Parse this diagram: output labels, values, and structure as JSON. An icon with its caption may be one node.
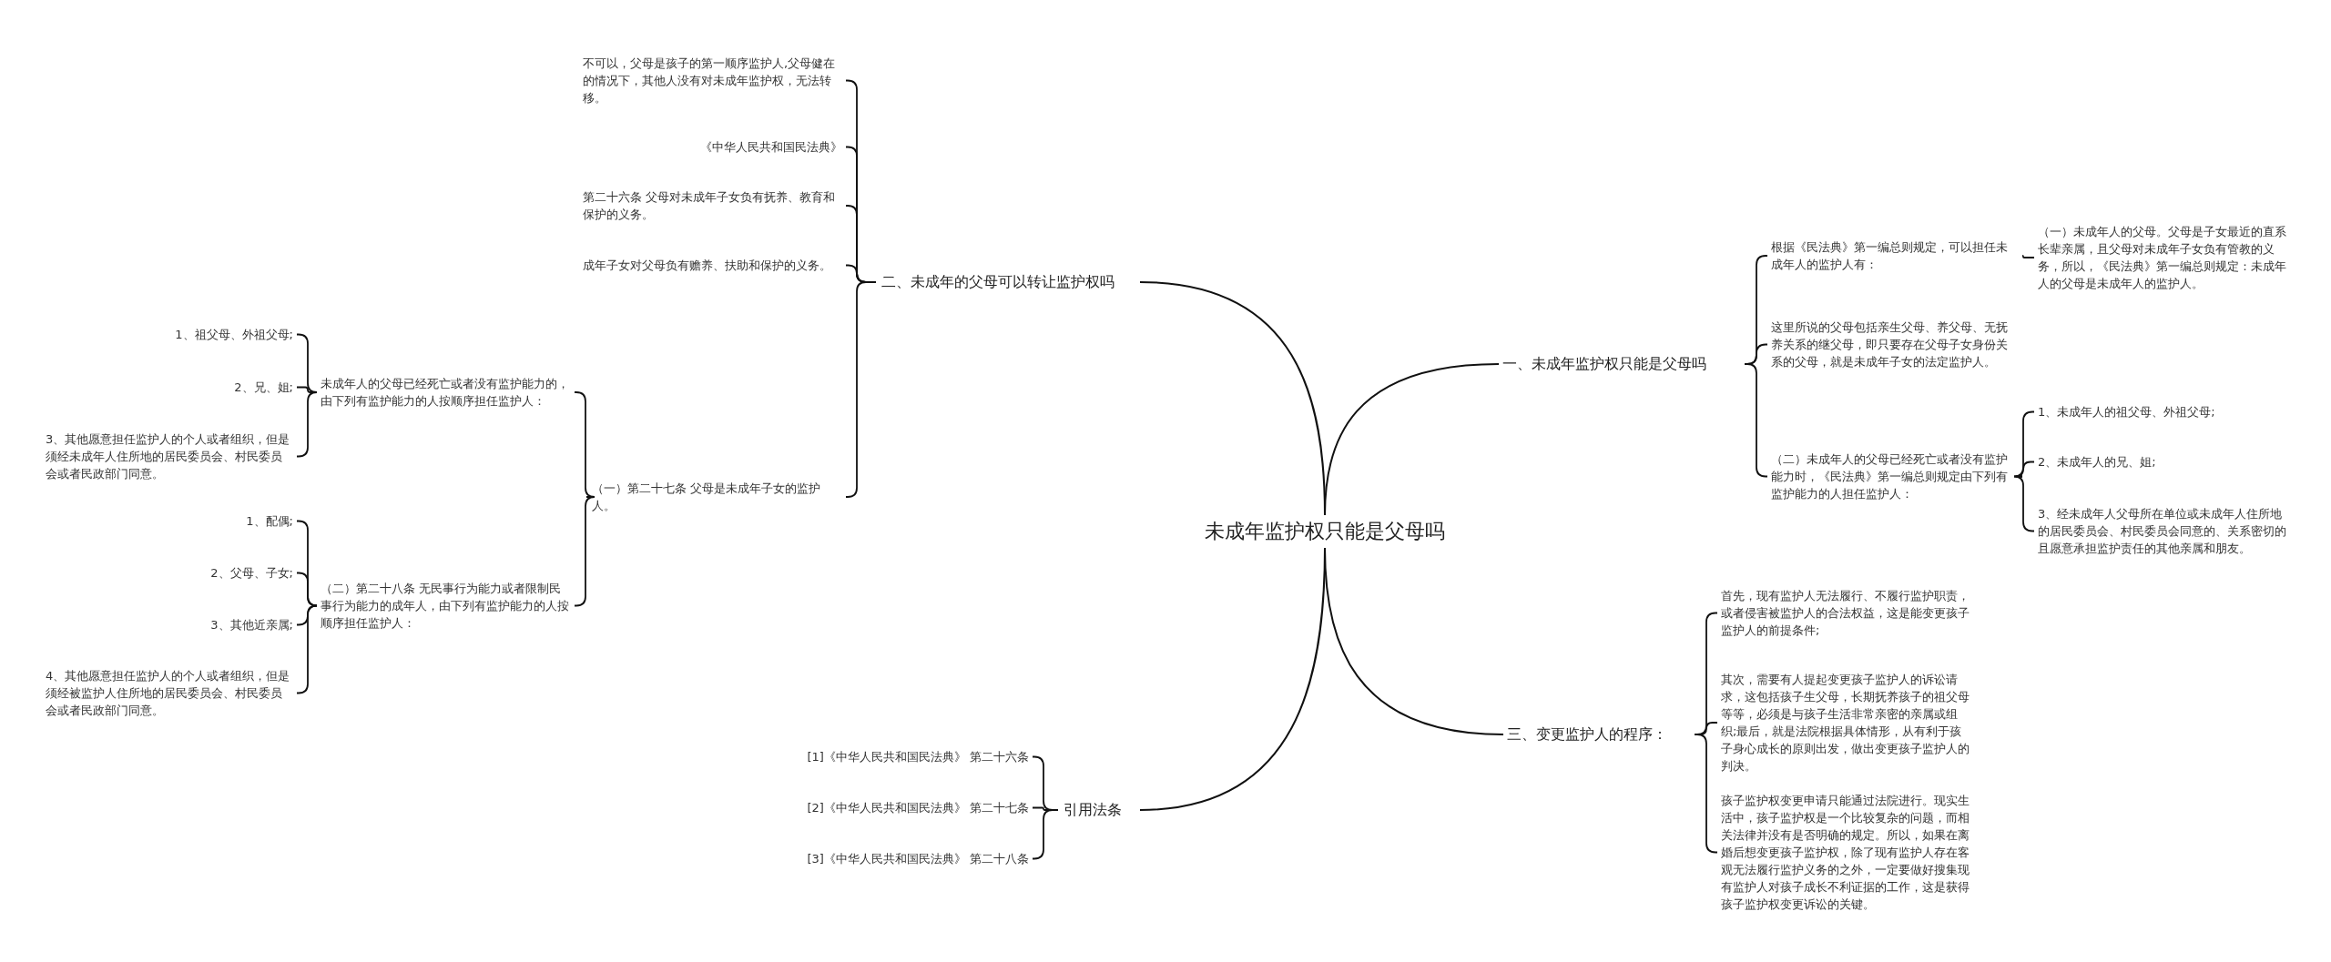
{
  "diagram": {
    "nodes": [
      {
        "text": [
          "未成年监护权只能是父母吗"
        ]
      },
      {
        "text": [
          "一、未成年监护权只能是父母吗"
        ]
      },
      {
        "text": [
          "根据《民法典》第一编总则规定，可以担任未成年人的监护人有："
        ]
      },
      {
        "text": [
          "（一）未成年人的父母。父母是子女最近的直系长辈亲属，且父母对未成年子女负有管教的义务，所以，《民法典》第一编总则规定：未成年人的父母是未成年人的监护人。"
        ]
      },
      {
        "text": [
          "这里所说的父母包括亲生父母、养父母、无抚养关系的继父母，即只要存在父母子女身份关系的父母，就是未成年子女的法定监护人。"
        ]
      },
      {
        "text": [
          "（二）未成年人的父母已经死亡或者没有监护能力时，《民法典》第一编总则规定由下列有监护能力的人担任监护人："
        ]
      },
      {
        "text": [
          "1、未成年人的祖父母、外祖父母;"
        ]
      },
      {
        "text": [
          "2、未成年人的兄、姐;"
        ]
      },
      {
        "text": [
          "3、经未成年人父母所在单位或未成年人住所地的居民委员会、村民委员会同意的、关系密切的且愿意承担监护责任的其他亲属和朋友。"
        ]
      },
      {
        "text": [
          "三、变更监护人的程序："
        ]
      },
      {
        "text": [
          "首先，现有监护人无法履行、不履行监护职责，或者侵害被监护人的合法权益，这是能变更孩子监护人的前提条件;"
        ]
      },
      {
        "text": [
          "其次，需要有人提起变更孩子监护人的诉讼请求，这包括孩子生父母，长期抚养孩子的祖父母等等，必须是与孩子生活非常亲密的亲属或组织;最后，就是法院根据具体情形，从有利于孩子身心成长的原则出发，做出变更孩子监护人的判决。"
        ]
      },
      {
        "text": [
          "孩子监护权变更申请只能通过法院进行。现实生活中，孩子监护权是一个比较复杂的问题，而相关法律并没有是否明确的规定。所以，如果在离婚后想变更孩子监护权，除了现有监护人存在客观无法履行监护义务的之外，一定要做好搜集现有监护人对孩子成长不利证据的工作，这是获得孩子监护权变更诉讼的关键。"
        ]
      },
      {
        "text": [
          "引用法条"
        ]
      },
      {
        "text": [
          "[1]《中华人民共和国民法典》 第二十六条"
        ]
      },
      {
        "text": [
          "[2]《中华人民共和国民法典》 第二十七条"
        ]
      },
      {
        "text": [
          "[3]《中华人民共和国民法典》 第二十八条"
        ]
      },
      {
        "text": [
          "二、未成年的父母可以转让监护权吗"
        ]
      },
      {
        "text": [
          "不可以，父母是孩子的第一顺序监护人,父母健在的情况下，其他人没有对未成年监护权，无法转移。"
        ]
      },
      {
        "text": [
          "《中华人民共和国民法典》"
        ]
      },
      {
        "text": [
          "第二十六条 父母对未成年子女负有抚养、教育和保护的义务。"
        ]
      },
      {
        "text": [
          "成年子女对父母负有赡养、扶助和保护的义务。"
        ]
      },
      {
        "text": [
          "（一）第二十七条 父母是未成年子女的监护人。"
        ]
      },
      {
        "text": [
          "未成年人的父母已经死亡或者没有监护能力的，由下列有监护能力的人按顺序担任监护人："
        ]
      },
      {
        "text": [
          "1、祖父母、外祖父母;"
        ]
      },
      {
        "text": [
          "2、兄、姐;"
        ]
      },
      {
        "text": [
          "3、其他愿意担任监护人的个人或者组织，但是须经未成年人住所地的居民委员会、村民委员会或者民政部门同意。"
        ]
      },
      {
        "text": [
          "（二）第二十八条 无民事行为能力或者限制民事行为能力的成年人，由下列有监护能力的人按顺序担任监护人："
        ]
      },
      {
        "text": [
          "1、配偶;"
        ]
      },
      {
        "text": [
          "2、父母、子女;"
        ]
      },
      {
        "text": [
          "3、其他近亲属;"
        ]
      },
      {
        "text": [
          "4、其他愿意担任监护人的个人或者组织，但是须经被监护人住所地的居民委员会、村民委员会或者民政部门同意。"
        ]
      }
    ],
    "edges": [
      {
        "from": 0,
        "to": 1,
        "arrow": "none"
      },
      {
        "from": 1,
        "to": 2,
        "arrow": "none"
      },
      {
        "from": 2,
        "to": 3,
        "arrow": "none"
      },
      {
        "from": 1,
        "to": 4,
        "arrow": "none"
      },
      {
        "from": 1,
        "to": 5,
        "arrow": "none"
      },
      {
        "from": 5,
        "to": 6,
        "arrow": "none"
      },
      {
        "from": 5,
        "to": 7,
        "arrow": "none"
      },
      {
        "from": 5,
        "to": 8,
        "arrow": "none"
      },
      {
        "from": 0,
        "to": 9,
        "arrow": "none"
      },
      {
        "from": 9,
        "to": 10,
        "arrow": "none"
      },
      {
        "from": 9,
        "to": 11,
        "arrow": "none"
      },
      {
        "from": 9,
        "to": 12,
        "arrow": "none"
      },
      {
        "from": 0,
        "to": 13,
        "arrow": "none"
      },
      {
        "from": 13,
        "to": 14,
        "arrow": "none"
      },
      {
        "from": 13,
        "to": 15,
        "arrow": "none"
      },
      {
        "from": 13,
        "to": 16,
        "arrow": "none"
      },
      {
        "from": 0,
        "to": 17,
        "arrow": "none"
      },
      {
        "from": 17,
        "to": 18,
        "arrow": "none"
      },
      {
        "from": 17,
        "to": 19,
        "arrow": "none"
      },
      {
        "from": 17,
        "to": 20,
        "arrow": "none"
      },
      {
        "from": 17,
        "to": 21,
        "arrow": "none"
      },
      {
        "from": 17,
        "to": 22,
        "arrow": "none"
      },
      {
        "from": 22,
        "to": 23,
        "arrow": "none"
      },
      {
        "from": 23,
        "to": 24,
        "arrow": "none"
      },
      {
        "from": 23,
        "to": 25,
        "arrow": "none"
      },
      {
        "from": 23,
        "to": 26,
        "arrow": "none"
      },
      {
        "from": 22,
        "to": 27,
        "arrow": "none"
      },
      {
        "from": 27,
        "to": 28,
        "arrow": "none"
      },
      {
        "from": 27,
        "to": 29,
        "arrow": "none"
      },
      {
        "from": 27,
        "to": 30,
        "arrow": "none"
      },
      {
        "from": 27,
        "to": 31,
        "arrow": "none"
      }
    ]
  }
}
